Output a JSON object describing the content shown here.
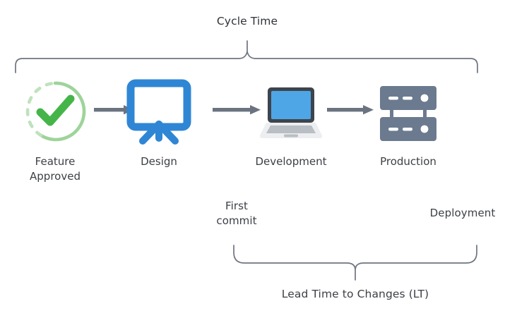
{
  "diagram": {
    "title": "Cycle Time",
    "background_color": "#ffffff",
    "line_color": "#6e7480",
    "text_color": "#3c3f45",
    "accent_blue": "#2f86d4",
    "accent_green": "#45b549",
    "accent_slate": "#6b7a8f",
    "top_brace": {
      "label": "Cycle Time"
    },
    "bottom_brace": {
      "label": "Lead Time to Changes (LT)",
      "start_label": "First\ncommit",
      "end_label": "Deployment"
    },
    "stages": [
      {
        "id": "feature-approved",
        "label": "Feature\nApproved",
        "icon": "check-circle-icon",
        "icon_color": "#45b549"
      },
      {
        "id": "design",
        "label": "Design",
        "icon": "easel-board-icon",
        "icon_color": "#2f86d4"
      },
      {
        "id": "development",
        "label": "Development",
        "icon": "laptop-icon",
        "icon_color": "#4ea6e6"
      },
      {
        "id": "production",
        "label": "Production",
        "icon": "server-rack-icon",
        "icon_color": "#6b7a8f"
      }
    ],
    "arrows": [
      {
        "id": "arrow-feature-to-design",
        "icon": "arrow-right-icon"
      },
      {
        "id": "arrow-design-to-development",
        "icon": "arrow-right-icon"
      },
      {
        "id": "arrow-development-to-production",
        "icon": "arrow-right-icon"
      }
    ]
  }
}
